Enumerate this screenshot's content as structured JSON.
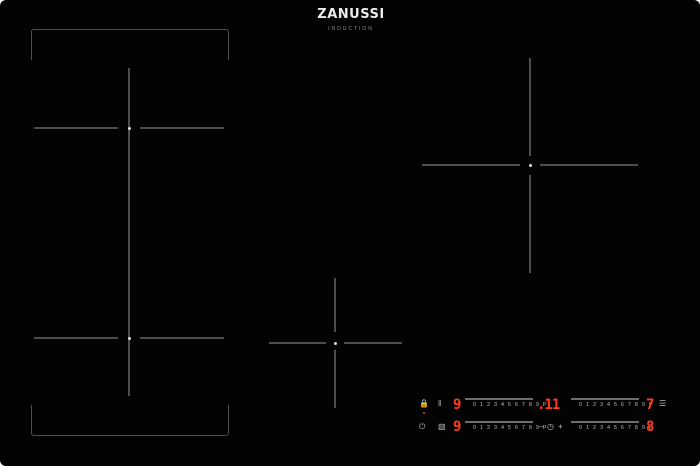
{
  "brand": {
    "name": "ZANUSSI",
    "subtitle": "INDUCTION"
  },
  "controls": {
    "scale_label": "0 1 2 3 4 5 6 7 8 9 P",
    "display_front_left": "9",
    "display_rear_left": "9",
    "display_timer": ".11",
    "display_rear_right": "7",
    "display_front_right": "8",
    "icons": {
      "lock": "lock-icon",
      "pause": "pause-icon",
      "power": "power-icon",
      "bridge": "bridge-icon",
      "timer": "timer-icon",
      "hob2hood": "hob2hood-icon",
      "plus": "plus-icon"
    }
  }
}
